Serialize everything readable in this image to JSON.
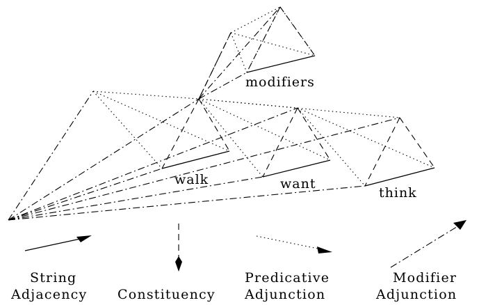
{
  "nodes": {
    "modifiers": "modifiers",
    "walk": "walk",
    "want": "want",
    "think": "think"
  },
  "legend": {
    "string_adjacency": [
      "String",
      "Adjacency"
    ],
    "constituency": "Constituency",
    "predicative_adjunction": [
      "Predicative",
      "Adjunction"
    ],
    "modifier_adjunction": [
      "Modifier",
      "Adjunction"
    ]
  }
}
